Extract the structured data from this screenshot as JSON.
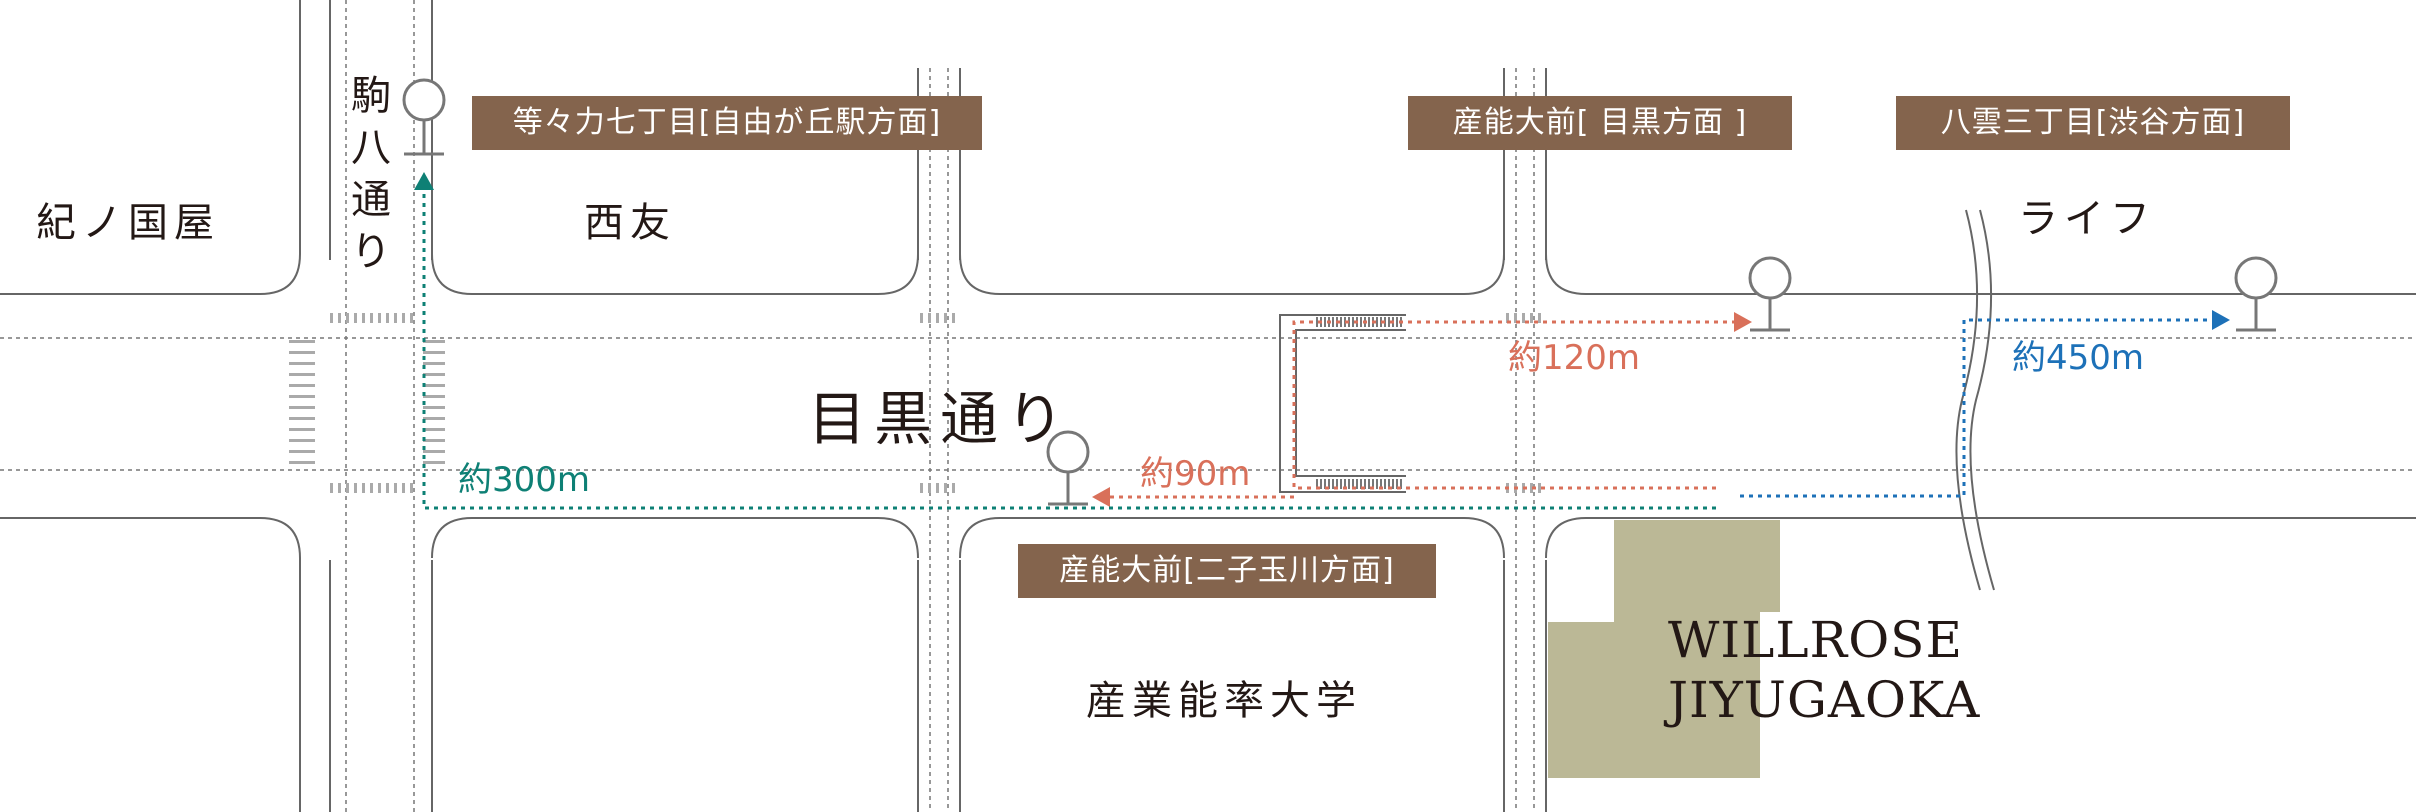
{
  "colors": {
    "stop_label_bg": "#84644d",
    "route_orange": "#d9705a",
    "route_teal": "#0e8075",
    "route_blue": "#1d71b8",
    "building": "#bbb896",
    "road_line": "#666666"
  },
  "areas": {
    "kinokuniya": "紀ノ国屋",
    "nishitomo": "西友",
    "life": "ライフ",
    "sanno_univ": "産業能率大学"
  },
  "roads": {
    "meguro_dori": "目黒通り",
    "komahachi_dori": "駒八通り"
  },
  "bus_stops": {
    "todoroki": "等々力七丁目[自由が丘駅方面]",
    "sannodai_meguro": "産能大前[ 目黒方面 ]",
    "yakumo": "八雲三丁目[渋谷方面]",
    "sannodai_futako": "産能大前[二子玉川方面]"
  },
  "distances": {
    "to_meguro_stop": "約120m",
    "to_futako_stop": "約90m",
    "to_todoroki_stop": "約300m",
    "to_yakumo_stop": "約450m"
  },
  "property": {
    "name_line1": "WILLROSE",
    "name_line2": "JIYUGAOKA"
  },
  "icons": {
    "bus_stop": "bus-stop-icon",
    "crosswalk": "crosswalk-icon",
    "pedestrian_bridge": "pedestrian-bridge-icon"
  }
}
